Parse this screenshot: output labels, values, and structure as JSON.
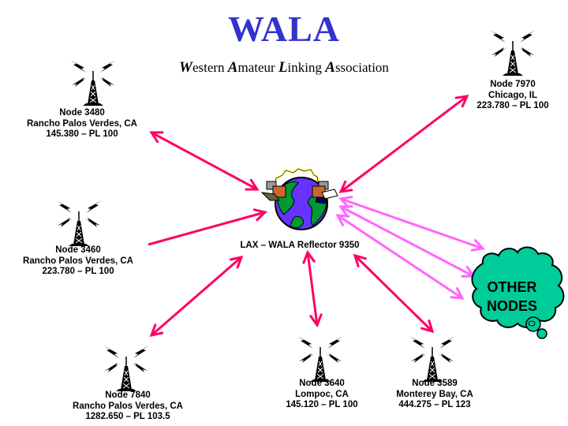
{
  "header": {
    "title": "WALA",
    "subtitle_parts": [
      {
        "cap": "W",
        "rest": "estern "
      },
      {
        "cap": "A",
        "rest": "mateur "
      },
      {
        "cap": "L",
        "rest": "inking "
      },
      {
        "cap": "A",
        "rest": "ssociation"
      }
    ]
  },
  "colors": {
    "title": "#3333cc",
    "link_arrow": "#ff0066",
    "other_arrow": "#ff66ff",
    "cloud_fill": "#00cc99",
    "globe_ocean": "#6633ff",
    "globe_land": "#009933"
  },
  "reflector": {
    "label": "LAX – WALA Reflector 9350",
    "icon": "globe-with-operators-icon"
  },
  "nodes": [
    {
      "id": "3480",
      "name": "Node 3480",
      "location": "Rancho Palos Verdes, CA",
      "freq": "145.380 – PL 100",
      "icon": "radio-tower-icon"
    },
    {
      "id": "3460",
      "name": "Node 3460",
      "location": "Rancho Palos Verdes, CA",
      "freq": "223.780 – PL 100",
      "icon": "radio-tower-icon"
    },
    {
      "id": "7840",
      "name": "Node 7840",
      "location": "Rancho Palos Verdes, CA",
      "freq": "1282.650 – PL 103.5",
      "icon": "radio-tower-icon"
    },
    {
      "id": "3640",
      "name": "Node 3640",
      "location": "Lompoc, CA",
      "freq": "145.120 – PL 100",
      "icon": "radio-tower-icon"
    },
    {
      "id": "3589",
      "name": "Node 3589",
      "location": "Monterey Bay, CA",
      "freq": "444.275 – PL 123",
      "icon": "radio-tower-icon"
    },
    {
      "id": "7970",
      "name": "Node 7970",
      "location": "Chicago, IL",
      "freq": "223.780 – PL 100",
      "icon": "radio-tower-icon"
    }
  ],
  "other_nodes": {
    "line1": "OTHER",
    "line2": "NODES",
    "icon": "thought-cloud-icon"
  },
  "links": [
    {
      "from": "3480",
      "to": "reflector",
      "style": "bidirectional"
    },
    {
      "from": "3460",
      "to": "reflector",
      "style": "to-reflector"
    },
    {
      "from": "7840",
      "to": "reflector",
      "style": "bidirectional"
    },
    {
      "from": "3640",
      "to": "reflector",
      "style": "bidirectional"
    },
    {
      "from": "3589",
      "to": "reflector",
      "style": "bidirectional"
    },
    {
      "from": "7970",
      "to": "reflector",
      "style": "bidirectional"
    },
    {
      "from": "other_nodes",
      "to": "reflector",
      "style": "bidirectional",
      "count": 3
    }
  ]
}
